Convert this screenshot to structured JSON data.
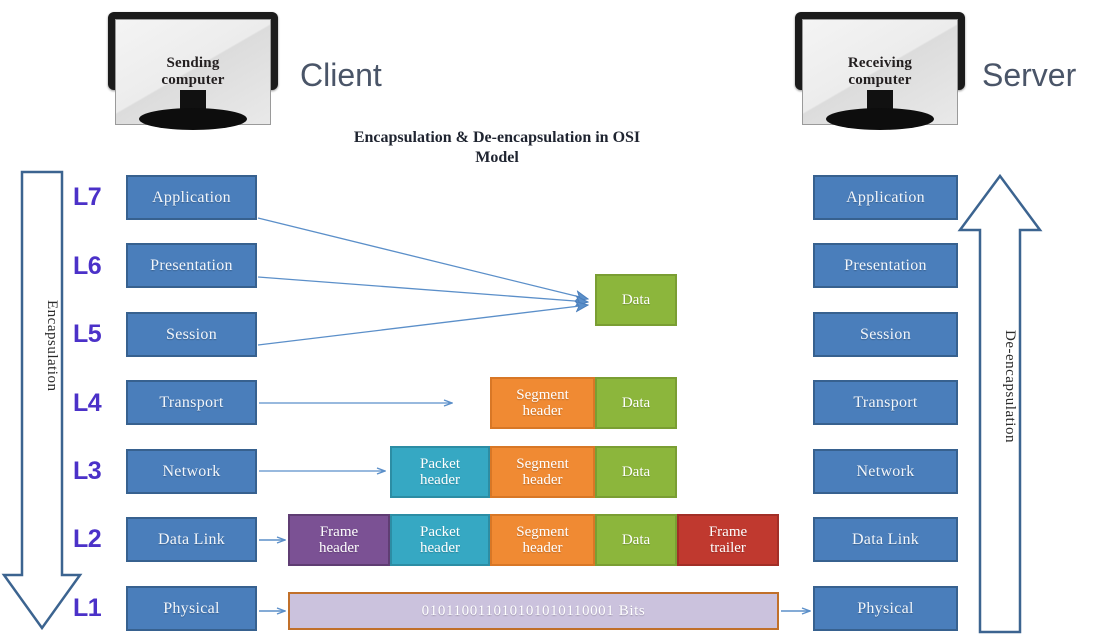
{
  "title": "Encapsulation & De-encapsulation in OSI Model",
  "endpoints": {
    "left": {
      "screen_label": "Sending\ncomputer",
      "screen_line1": "Sending",
      "screen_line2": "computer",
      "role_label": "Client"
    },
    "right": {
      "screen_label": "Receiving\ncomputer",
      "screen_line1": "Receiving",
      "screen_line2": "computer",
      "role_label": "Server"
    }
  },
  "flow_arrows": {
    "left_label": "Encapsulation",
    "right_label": "De-encapsulation"
  },
  "layer_tags": [
    "L7",
    "L6",
    "L5",
    "L4",
    "L3",
    "L2",
    "L1"
  ],
  "layers": [
    {
      "tag": "L7",
      "name": "Application"
    },
    {
      "tag": "L6",
      "name": "Presentation"
    },
    {
      "tag": "L5",
      "name": "Session"
    },
    {
      "tag": "L4",
      "name": "Transport"
    },
    {
      "tag": "L3",
      "name": "Network"
    },
    {
      "tag": "L2",
      "name": "Data Link"
    },
    {
      "tag": "L1",
      "name": "Physical"
    }
  ],
  "client_layers": [
    "Application",
    "Presentation",
    "Session",
    "Transport",
    "Network",
    "Data Link",
    "Physical"
  ],
  "server_layers": [
    "Application",
    "Presentation",
    "Session",
    "Transport",
    "Network",
    "Data Link",
    "Physical"
  ],
  "pdus": {
    "data_label": "Data",
    "segment_header": "Segment\nheader",
    "segment_header_line1": "Segment",
    "segment_header_line2": "header",
    "packet_header": "Packet\nheader",
    "packet_header_line1": "Packet",
    "packet_header_line2": "header",
    "frame_header": "Frame\nheader",
    "frame_header_line1": "Frame",
    "frame_header_line2": "header",
    "frame_trailer": "Frame\ntrailer",
    "frame_trailer_line1": "Frame",
    "frame_trailer_line2": "trailer",
    "bits": "010110011010101010110001 Bits",
    "bits_string": "010110011010101010110001",
    "bits_unit": "Bits"
  },
  "pdu_rows": [
    {
      "layer": "L5",
      "parts": [
        "Data"
      ]
    },
    {
      "layer": "L4",
      "parts": [
        "Segment header",
        "Data"
      ]
    },
    {
      "layer": "L3",
      "parts": [
        "Packet header",
        "Segment header",
        "Data"
      ]
    },
    {
      "layer": "L2",
      "parts": [
        "Frame header",
        "Packet header",
        "Segment header",
        "Data",
        "Frame trailer"
      ]
    },
    {
      "layer": "L1",
      "parts": [
        "010110011010101010110001 Bits"
      ]
    }
  ],
  "colors": {
    "layer_box": "#4a7ebb",
    "layer_box_border": "#37618f",
    "layer_tag": "#4b31c8",
    "data": "#8cb63c",
    "segment": "#f08a33",
    "packet": "#36a8c3",
    "frame_header": "#7b5194",
    "frame_trailer": "#c0392f",
    "bits": "#cbc2dd",
    "bits_border": "#c1702a",
    "connector": "#5b8fc9",
    "big_arrow_stroke": "#3c6490",
    "role_label": "#4a5568"
  }
}
